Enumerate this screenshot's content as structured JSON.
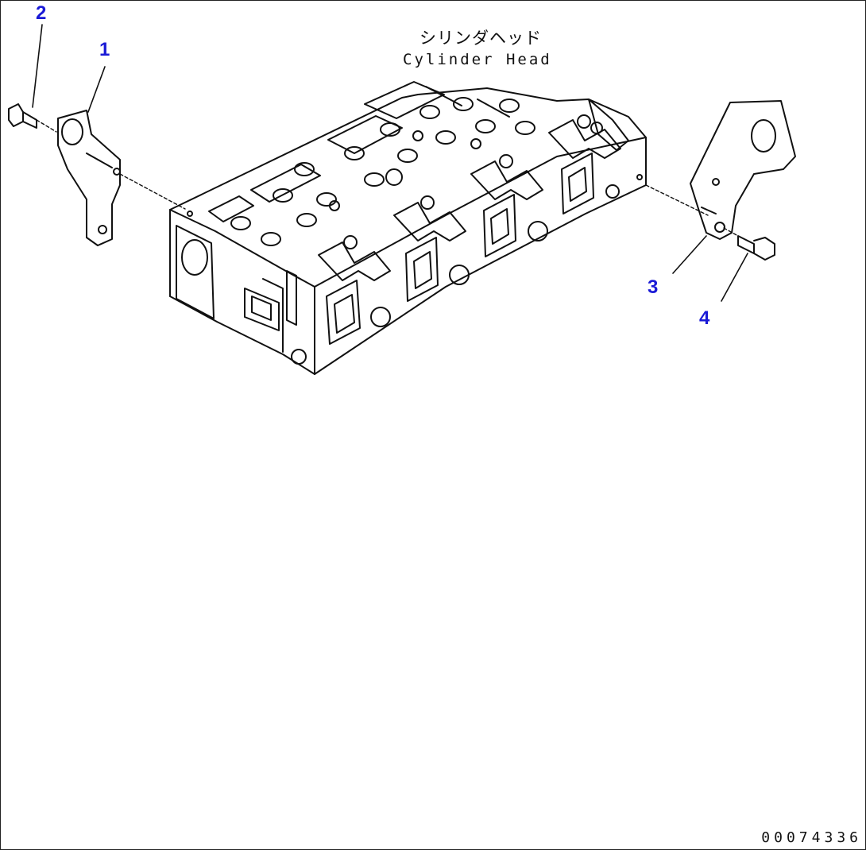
{
  "title": {
    "japanese": "シリンダヘッド",
    "english": "Cylinder Head"
  },
  "callouts": [
    {
      "id": "1",
      "label": "1"
    },
    {
      "id": "2",
      "label": "2"
    },
    {
      "id": "3",
      "label": "3"
    },
    {
      "id": "4",
      "label": "4"
    }
  ],
  "drawing_number": "00074336",
  "colors": {
    "callout": "#1a1ad6",
    "linework": "#111111",
    "background": "#ffffff"
  }
}
